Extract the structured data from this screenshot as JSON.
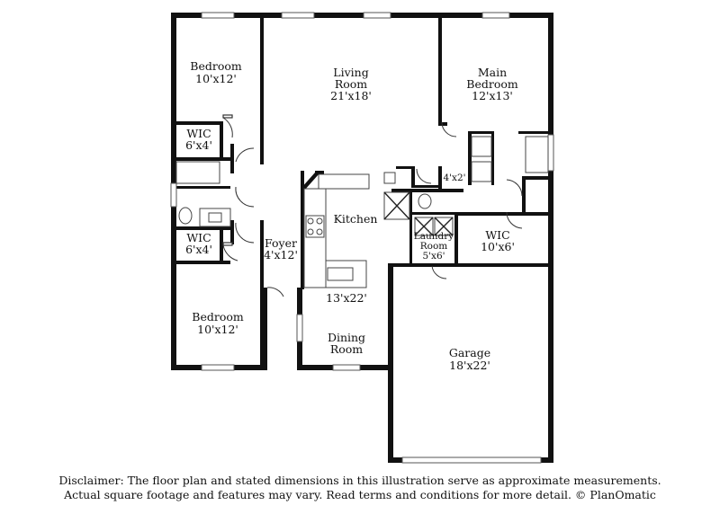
{
  "rooms": {
    "bedroom_top": {
      "name": "Bedroom",
      "size": "10'x12'"
    },
    "living_room": {
      "name_line1": "Living",
      "name_line2": "Room",
      "size": "21'x18'"
    },
    "main_bedroom": {
      "name_line1": "Main",
      "name_line2": "Bedroom",
      "size": "12'x13'"
    },
    "wic_top": {
      "name": "WIC",
      "size": "6'x4'"
    },
    "wic_mid": {
      "name": "WIC",
      "size": "6'x4'"
    },
    "kitchen": {
      "name": "Kitchen",
      "size": "13'x22'"
    },
    "foyer": {
      "name": "Foyer",
      "size": "4'x12'"
    },
    "closet_main": {
      "size": "4'x2'"
    },
    "laundry": {
      "name_line1": "Laundry",
      "name_line2": "Room",
      "size": "5'x6'"
    },
    "wic_main": {
      "name": "WIC",
      "size": "10'x6'"
    },
    "bedroom_bottom": {
      "name": "Bedroom",
      "size": "10'x12'"
    },
    "dining_room": {
      "name_line1": "Dining",
      "name_line2": "Room"
    },
    "garage": {
      "name": "Garage",
      "size": "18'x22'"
    }
  },
  "disclaimer": {
    "line1": "Disclaimer: The floor plan and stated dimensions in this illustration serve as approximate measurements.",
    "line2": "Actual square footage and features may vary. Read terms and conditions for more detail. © PlanOmatic"
  },
  "colors": {
    "wall": "#111111",
    "background": "#ffffff"
  }
}
